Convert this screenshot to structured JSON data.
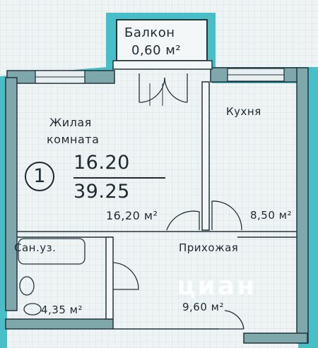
{
  "plan": {
    "rooms": {
      "balcony": {
        "name": "Балкон",
        "area": "0,60 м²"
      },
      "living": {
        "name_line1": "Жилая",
        "name_line2": "комната",
        "area": "16,20 м²"
      },
      "kitchen": {
        "name": "Кухня",
        "area": "8,50 м²"
      },
      "bathroom": {
        "name": "Сан.уз.",
        "area": "4,35 м²"
      },
      "hallway": {
        "name": "Прихожая",
        "area": "9,60 м²"
      }
    },
    "apartment": {
      "rooms_count": "1",
      "living_area": "16.20",
      "total_area": "39.25"
    }
  },
  "watermark": "циан",
  "colors": {
    "wall_highlight": "#35b8c4",
    "wall": "#8fb7bd",
    "ink": "#1e2a33",
    "paper": "#eef3f3"
  }
}
